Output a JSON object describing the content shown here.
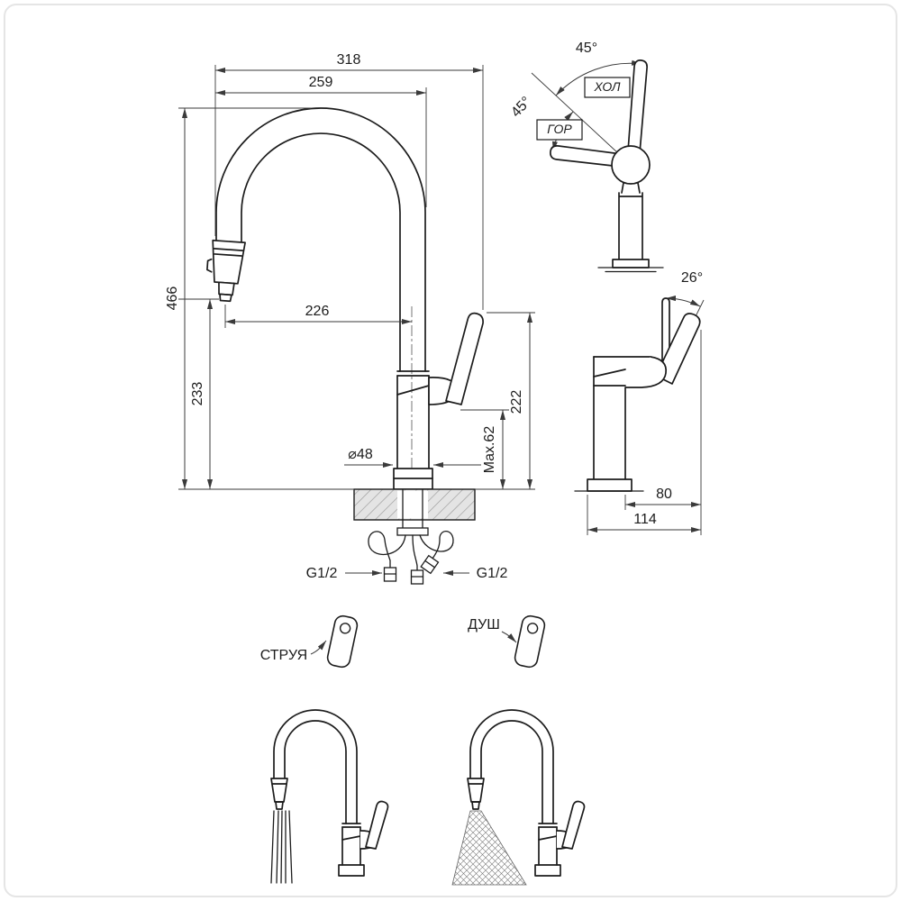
{
  "front_view": {
    "dims": {
      "total_width": "318",
      "spout_width": "259",
      "total_height": "466",
      "outlet_height": "233",
      "spout_reach": "226",
      "max_deck": "Max.62",
      "handle_height": "222",
      "base_diameter": "⌀48",
      "thread_left": "G1/2",
      "thread_right": "G1/2"
    }
  },
  "rotation_view": {
    "angle_vertical": "45°",
    "angle_horizontal": "45°",
    "cold_label": "ХОЛ",
    "hot_label": "ГОР"
  },
  "side_view": {
    "handle_angle": "26°",
    "depth_body": "80",
    "depth_total": "114"
  },
  "spray_modes": {
    "stream": "СТРУЯ",
    "shower": "ДУШ"
  },
  "colors": {
    "line": "#1c1c1c",
    "dimension_line": "#3a3a3a",
    "counter_fill": "#e4e4e4",
    "background": "#ffffff"
  }
}
